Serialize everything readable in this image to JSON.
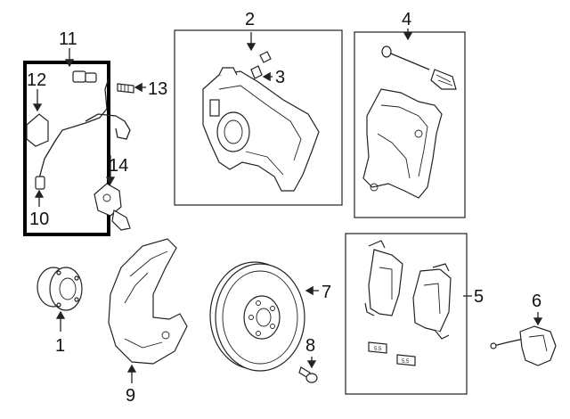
{
  "callouts": {
    "c1": "1",
    "c2": "2",
    "c3": "3",
    "c4": "4",
    "c5": "5",
    "c6": "6",
    "c7": "7",
    "c8": "8",
    "c9": "9",
    "c10": "10",
    "c11": "11",
    "c12": "12",
    "c13": "13",
    "c14": "14"
  },
  "pad_clip_labels": [
    "5.5",
    "5.5"
  ],
  "highlight_color": "#000000",
  "line_color": "#222222"
}
